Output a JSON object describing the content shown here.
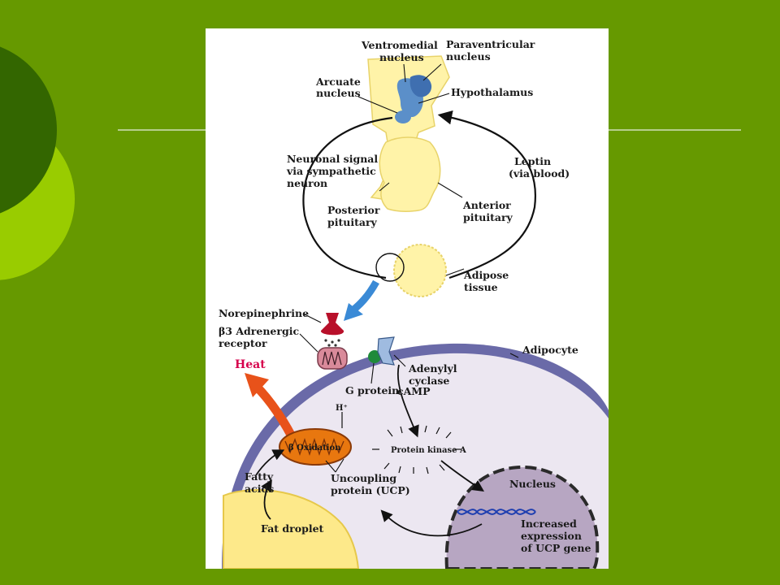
{
  "labels": {
    "ventromedial": [
      "Ventromedial",
      "nucleus"
    ],
    "paraventricular": [
      "Paraventricular",
      "nucleus"
    ],
    "arcuate": [
      "Arcuate",
      "nucleus"
    ],
    "hypothalamus": "Hypothalamus",
    "neuronal_signal": [
      "Neuronal signal",
      "via sympathetic",
      "neuron"
    ],
    "leptin": [
      "Leptin",
      "(via blood)"
    ],
    "posterior_pituitary": [
      "Posterior",
      "pituitary"
    ],
    "anterior_pituitary": [
      "Anterior",
      "pituitary"
    ],
    "adipose_tissue": [
      "Adipose",
      "tissue"
    ],
    "norepinephrine": "Norepinephrine",
    "b3_receptor": [
      "β3 Adrenergic",
      "receptor"
    ],
    "heat": "Heat",
    "adipocyte": "Adipocyte",
    "g_protein": "G protein",
    "adenylyl_cyclase": [
      "Adenylyl",
      "cyclase"
    ],
    "camp": "cAMP",
    "h_plus": "H⁺",
    "beta_oxidation": "β Oxidation",
    "protein_kinase_a": "Protein kinase A",
    "nucleus": "Nucleus",
    "fatty_acids": [
      "Fatty",
      "acids"
    ],
    "ucp": [
      "Uncoupling",
      "protein (UCP)"
    ],
    "fat_droplet": "Fat droplet",
    "increased_expression": [
      "Increased",
      "expression",
      "of UCP gene"
    ]
  },
  "colors": {
    "slide_background": "#669900",
    "dark_green_circle": "#336600",
    "light_green_circle": "#99cc00",
    "hypothalamus_fill": "#fff3a8",
    "nuclei_fill": "#5b8fc9",
    "cell_membrane": "#6a6aa8",
    "cytoplasm": "#ece7f1",
    "nucleus_fill": "#b7a6c2",
    "mitochondrion": "#e8770f",
    "heat_arrow": "#e8521a",
    "heat_text": "#d6004c",
    "blue_arrow": "#3a8ad6",
    "receptor": "#d98a9a",
    "norepinephrine": "#b8102a",
    "g_protein": "#1f8a3a",
    "adenylyl_cyclase": "#9fbbe0"
  }
}
